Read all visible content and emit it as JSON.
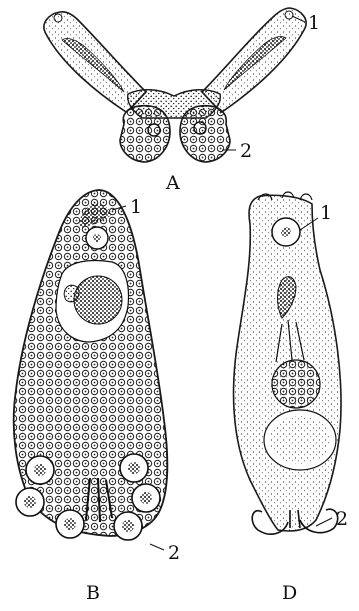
{
  "figure": {
    "panels": [
      {
        "id": "A",
        "caption": "A",
        "callouts": [
          "1",
          "2"
        ]
      },
      {
        "id": "B",
        "caption": "B",
        "callouts": [
          "1",
          "2"
        ]
      },
      {
        "id": "D",
        "caption": "D",
        "callouts": [
          "1",
          "2"
        ]
      }
    ]
  },
  "colors": {
    "ink": "#1a1a1a",
    "paper": "#ffffff"
  }
}
